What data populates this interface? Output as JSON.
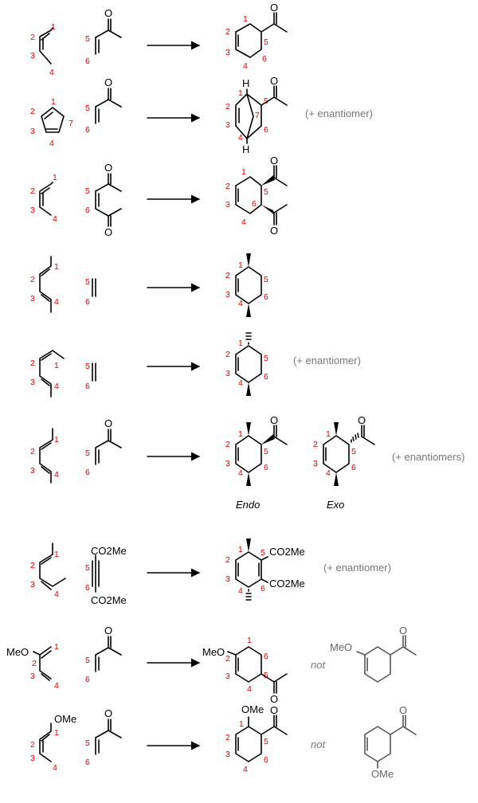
{
  "reactions": [
    {
      "id": "r1",
      "diene_numbers": [
        "1",
        "2",
        "3",
        "4"
      ],
      "dienophile_numbers": [
        "5",
        "6"
      ],
      "dienophile_atoms": [
        "O"
      ],
      "product_numbers": [
        "1",
        "2",
        "3",
        "4",
        "5",
        "6"
      ],
      "product_atoms": [
        "O"
      ],
      "note": ""
    },
    {
      "id": "r2",
      "diene_numbers": [
        "1",
        "2",
        "3",
        "4",
        "7"
      ],
      "dienophile_numbers": [
        "5",
        "6"
      ],
      "dienophile_atoms": [
        "O"
      ],
      "product_numbers": [
        "1",
        "2",
        "3",
        "4",
        "5",
        "6",
        "7"
      ],
      "product_atoms": [
        "H",
        "H",
        "O"
      ],
      "note": "(+ enantiomer)"
    },
    {
      "id": "r3",
      "diene_numbers": [
        "1",
        "2",
        "3",
        "4"
      ],
      "dienophile_numbers": [
        "5",
        "6"
      ],
      "dienophile_atoms": [
        "O",
        "O"
      ],
      "product_numbers": [
        "1",
        "2",
        "3",
        "4",
        "5",
        "6"
      ],
      "product_atoms": [
        "O",
        "O"
      ],
      "note": ""
    },
    {
      "id": "r4",
      "diene_numbers": [
        "1",
        "2",
        "3",
        "4"
      ],
      "dienophile_numbers": [
        "5",
        "6"
      ],
      "product_numbers": [
        "1",
        "2",
        "3",
        "4",
        "5",
        "6"
      ],
      "note": ""
    },
    {
      "id": "r5",
      "diene_numbers": [
        "1",
        "2",
        "3",
        "4"
      ],
      "dienophile_numbers": [
        "5",
        "6"
      ],
      "product_numbers": [
        "1",
        "2",
        "3",
        "4",
        "5",
        "6"
      ],
      "note": "(+ enantiomer)"
    },
    {
      "id": "r6",
      "diene_numbers": [
        "1",
        "2",
        "3",
        "4"
      ],
      "dienophile_numbers": [
        "5",
        "6"
      ],
      "dienophile_atoms": [
        "O"
      ],
      "product_numbers": [
        "1",
        "2",
        "3",
        "4",
        "5",
        "6"
      ],
      "product_atoms": [
        "O"
      ],
      "product_label": "Endo",
      "alt_product_numbers": [
        "1",
        "2",
        "3",
        "4",
        "5",
        "6"
      ],
      "alt_product_atoms": [
        "O"
      ],
      "alt_product_label": "Exo",
      "note": "(+ enantiomers)"
    },
    {
      "id": "r7",
      "diene_numbers": [
        "1",
        "2",
        "3",
        "4"
      ],
      "dienophile_numbers": [
        "5",
        "6"
      ],
      "dienophile_atoms": [
        "CO2Me",
        "CO2Me"
      ],
      "product_numbers": [
        "1",
        "2",
        "3",
        "4",
        "5",
        "6"
      ],
      "product_atoms": [
        "CO2Me",
        "CO2Me"
      ],
      "note": "(+ enantiomer)"
    },
    {
      "id": "r8",
      "diene_numbers": [
        "1",
        "2",
        "3",
        "4"
      ],
      "diene_atoms": [
        "MeO"
      ],
      "dienophile_numbers": [
        "5",
        "6"
      ],
      "dienophile_atoms": [
        "O"
      ],
      "product_numbers": [
        "1",
        "2",
        "3",
        "4",
        "5",
        "6"
      ],
      "product_atoms": [
        "MeO",
        "O"
      ],
      "not_label": "not",
      "alt_product_atoms": [
        "MeO",
        "O"
      ],
      "note": ""
    },
    {
      "id": "r9",
      "diene_numbers": [
        "1",
        "2",
        "3",
        "4"
      ],
      "diene_atoms": [
        "OMe"
      ],
      "dienophile_numbers": [
        "5",
        "6"
      ],
      "dienophile_atoms": [
        "O"
      ],
      "product_numbers": [
        "1",
        "2",
        "3",
        "4",
        "5",
        "6"
      ],
      "product_atoms": [
        "OMe",
        "O"
      ],
      "not_label": "not",
      "alt_product_atoms": [
        "O",
        "OMe"
      ],
      "note": ""
    }
  ]
}
